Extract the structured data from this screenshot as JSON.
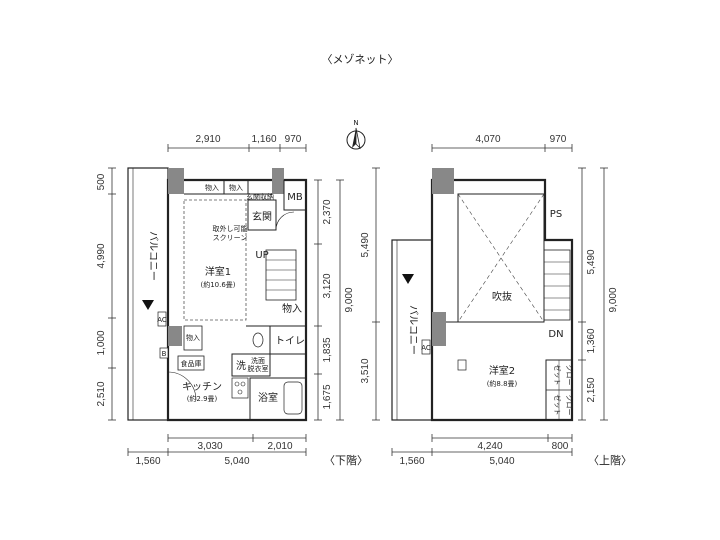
{
  "title": "〈メゾネット〉",
  "north": "N",
  "lower": {
    "caption": "〈下階〉",
    "dims_top": [
      "2,910",
      "1,160",
      "970"
    ],
    "dims_left": [
      "500",
      "4,990",
      "1,000",
      "2,510"
    ],
    "dims_mid_right": [
      "2,370",
      "3,120",
      "1,835",
      "1,675"
    ],
    "dims_right": "9,000",
    "dims_bottom_row1": [
      "3,030",
      "2,010"
    ],
    "dims_bottom_row2": [
      "1,560",
      "5,040"
    ],
    "rooms": {
      "storage1": "物入",
      "storage2": "物入",
      "entrance_storage": "玄関収納",
      "mb": "MB",
      "entrance": "玄関",
      "screen1": "取外し可能",
      "screen2": "スクリーン",
      "bedroom1": "洋室1",
      "bedroom1_area": "(約10.6畳)",
      "up": "UP",
      "storage3": "物入",
      "storage4": "物入",
      "toilet": "トイレ",
      "wash": "洗",
      "washroom1": "洗面",
      "washroom2": "脱衣室",
      "pantry": "食品庫",
      "kitchen": "キッチン",
      "kitchen_area": "(約2.9畳)",
      "bath": "浴室",
      "balcony": "バルコニー",
      "ac": "AC",
      "b": "B"
    }
  },
  "upper": {
    "caption": "〈上階〉",
    "dims_top": [
      "4,070",
      "970"
    ],
    "dims_left": "5,490",
    "dims_left2": "3,510",
    "dims_mid_right": [
      "5,490",
      "1,360",
      "2,150"
    ],
    "dims_right": "9,000",
    "dims_bottom_row1": [
      "4,240",
      "800"
    ],
    "dims_bottom_row2": [
      "1,560",
      "5,040"
    ],
    "rooms": {
      "ps": "PS",
      "void": "吹抜",
      "dn": "DN",
      "bedroom2": "洋室2",
      "bedroom2_area": "(約8.8畳)",
      "closet1": "クロー",
      "closet1b": "ゼット",
      "closet2": "クロー",
      "closet2b": "ゼット",
      "balcony": "バルコニー",
      "ac": "AC"
    }
  }
}
